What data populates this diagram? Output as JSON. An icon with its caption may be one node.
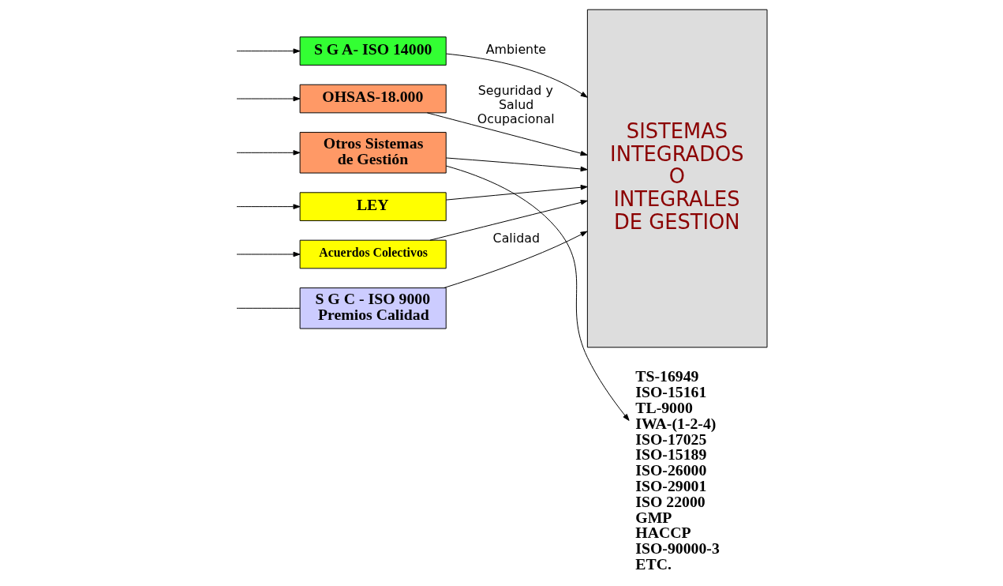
{
  "diagram": {
    "nodes": [
      {
        "text": [
          "S G C - ISO 9000 Premios Calidad"
        ]
      },
      {
        "text": [
          "S G A- ISO 14000"
        ]
      },
      {
        "text": [
          "OHSAS-18.000"
        ]
      },
      {
        "text": [
          "Otros Sistemas de Gestión"
        ]
      },
      {
        "text": [
          "LEY"
        ]
      },
      {
        "text": [
          "Acuerdos Colectivos"
        ]
      },
      {
        "text": [
          "SISTEMAS INTEGRADOS O INTEGRALES DE GESTION"
        ]
      },
      {
        "text": [
          "TS-16949",
          "ISO-15161",
          "TL-9000",
          "IWA-(1-2-4)",
          "ISO-17025",
          "ISO-15189",
          "ISO-26000",
          "ISO-29001",
          "ISO 22000",
          "GMP",
          "HACCP",
          "ISO-90000-3",
          "ETC."
        ]
      }
    ],
    "edges": [
      {
        "from": null,
        "to": 0,
        "arrow": "none"
      },
      {
        "from": null,
        "to": 1,
        "arrow": "to"
      },
      {
        "from": null,
        "to": 2,
        "arrow": "to"
      },
      {
        "from": null,
        "to": 3,
        "arrow": "to"
      },
      {
        "from": null,
        "to": 4,
        "arrow": "to"
      },
      {
        "from": null,
        "to": 5,
        "arrow": "to"
      },
      {
        "from": 0,
        "to": 6,
        "arrow": "to",
        "label": "Calidad"
      },
      {
        "from": 1,
        "to": 6,
        "arrow": "to",
        "label": "Ambiente"
      },
      {
        "from": 2,
        "to": 6,
        "arrow": "to",
        "label": "Seguridad y Salud Ocupacional"
      },
      {
        "from": 3,
        "to": 6,
        "arrow": "to"
      },
      {
        "from": 3,
        "to": 7,
        "arrow": "to"
      },
      {
        "from": 4,
        "to": 6,
        "arrow": "to"
      },
      {
        "from": 5,
        "to": 6,
        "arrow": "to"
      }
    ]
  }
}
